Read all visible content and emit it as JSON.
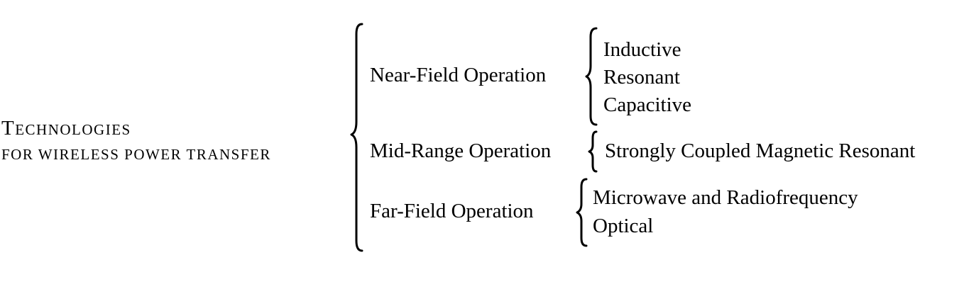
{
  "root": {
    "line1": "Technologies",
    "line2": "for wireless power transfer"
  },
  "branches": [
    {
      "label": "Near-Field Operation",
      "items": [
        "Inductive",
        "Resonant",
        "Capacitive"
      ]
    },
    {
      "label": "Mid-Range Operation",
      "items": [
        "Strongly Coupled Magnetic Resonant"
      ]
    },
    {
      "label": "Far-Field Operation",
      "items": [
        "Microwave and Radiofrequency",
        "Optical"
      ]
    }
  ]
}
